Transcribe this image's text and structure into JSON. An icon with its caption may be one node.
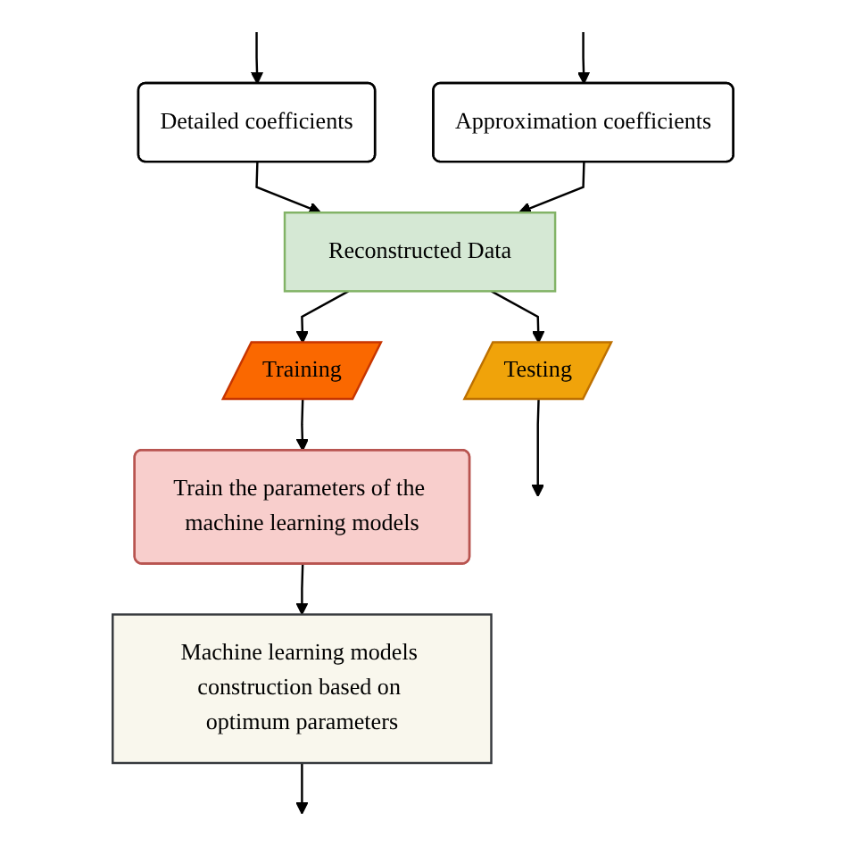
{
  "diagram": {
    "nodes": [
      {
        "text": [
          "Detailed coefficients"
        ]
      },
      {
        "text": [
          "Approximation coefficients"
        ]
      },
      {
        "text": [
          "Reconstructed Data"
        ]
      },
      {
        "text": [
          "Training"
        ]
      },
      {
        "text": [
          "Testing"
        ]
      },
      {
        "text": [
          "Train the parameters of the machine learning models"
        ]
      },
      {
        "text": [
          "Machine learning models construction based on optimum parameters"
        ]
      }
    ],
    "edges": [
      {
        "from": null,
        "to": 0,
        "arrow": "to"
      },
      {
        "from": null,
        "to": 1,
        "arrow": "to"
      },
      {
        "from": 0,
        "to": 2,
        "arrow": "to"
      },
      {
        "from": 1,
        "to": 2,
        "arrow": "to"
      },
      {
        "from": 2,
        "to": 3,
        "arrow": "to"
      },
      {
        "from": 2,
        "to": 4,
        "arrow": "to"
      },
      {
        "from": 3,
        "to": 5,
        "arrow": "to"
      },
      {
        "from": 5,
        "to": 6,
        "arrow": "to"
      },
      {
        "from": 6,
        "to": null,
        "arrow": "to"
      },
      {
        "from": 4,
        "to": null,
        "arrow": "to"
      }
    ]
  }
}
